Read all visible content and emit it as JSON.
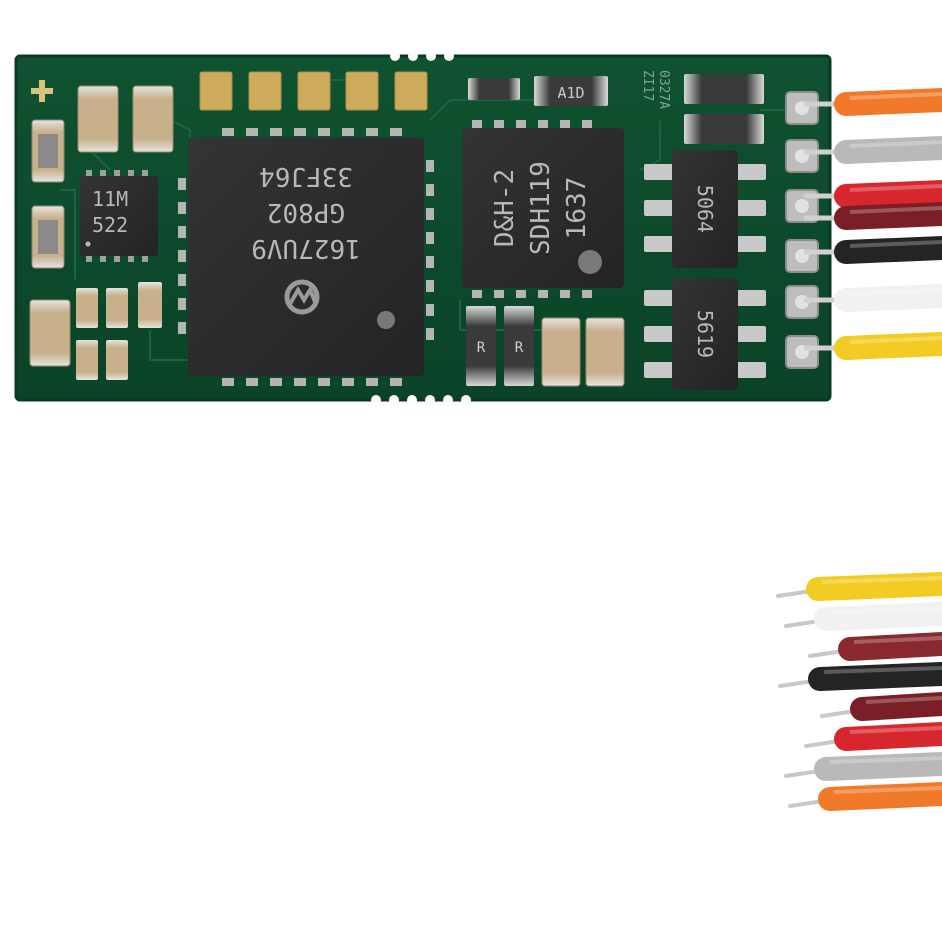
{
  "photo": {
    "subject": "decoder-board",
    "colors": {
      "pcb": "#0d4a2b",
      "pcb_edge": "#0a3a21",
      "chip": "#2b2b2d",
      "pad_gold": "#c9a85a",
      "cap_tan": "#c7b18a",
      "white_bg": "#ffffff"
    },
    "main_chip": {
      "line1": "1627UV9",
      "line2": "GP802",
      "line3": "33FJ64"
    },
    "left_chip": {
      "line1": "11M",
      "line2": "522"
    },
    "right_chip": {
      "line1": "D&H-2",
      "line2": "SDH119",
      "line3": "1637"
    },
    "top_resistor": "A1D",
    "board_marking_1": "ZI17",
    "board_marking_2": "0327A",
    "transistor_top": "5064",
    "transistor_bottom": "5619",
    "resistor_r1": "R",
    "resistor_r2": "R",
    "board_wires": [
      {
        "color": "orange",
        "hex": "#f07a2a"
      },
      {
        "color": "grey",
        "hex": "#b9b9b9"
      },
      {
        "color": "red",
        "hex": "#d8262f"
      },
      {
        "color": "brown",
        "hex": "#7a1f25"
      },
      {
        "color": "black",
        "hex": "#242424"
      },
      {
        "color": "white",
        "hex": "#f1f1f1"
      },
      {
        "color": "yellow",
        "hex": "#f2cc22"
      }
    ],
    "loose_wires": [
      {
        "color": "yellow",
        "hex": "#f2cc22"
      },
      {
        "color": "white",
        "hex": "#f1f1f1"
      },
      {
        "color": "brown",
        "hex": "#8a2a2e"
      },
      {
        "color": "black",
        "hex": "#242424"
      },
      {
        "color": "brown",
        "hex": "#7a1f25"
      },
      {
        "color": "red",
        "hex": "#d8262f"
      },
      {
        "color": "grey",
        "hex": "#b9b9b9"
      },
      {
        "color": "orange",
        "hex": "#f07a2a"
      }
    ]
  }
}
